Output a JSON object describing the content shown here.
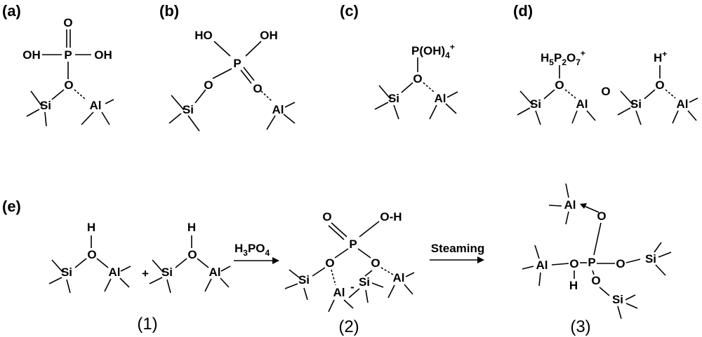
{
  "panels": [
    "(a)",
    "(b)",
    "(c)",
    "(d)",
    "(e)"
  ],
  "atoms": {
    "oh": "OH",
    "ho": "HO",
    "o": "O",
    "p": "P",
    "si": "Si",
    "al": "Al",
    "h": "H",
    "oh_dash": "O-H",
    "plus": "+",
    "minus": "-"
  },
  "species": {
    "c_cation_base": "P(OH)",
    "c_cation_sub": "4",
    "c_cation_sup": "+",
    "d_h": "H",
    "d_h_sub1": "5",
    "d_p": "P",
    "d_h_sub2": "2",
    "d_o": "O",
    "d_h_sub3": "7",
    "d_sup": "+",
    "h_plus_base": "H",
    "h_plus_sup": "+"
  },
  "reaction": {
    "reagent_base": "H",
    "reagent_sub1": "3",
    "reagent_mid": "PO",
    "reagent_sub2": "4",
    "step2": "Steaming",
    "labels": [
      "(1)",
      "(2)",
      "(3)"
    ]
  }
}
